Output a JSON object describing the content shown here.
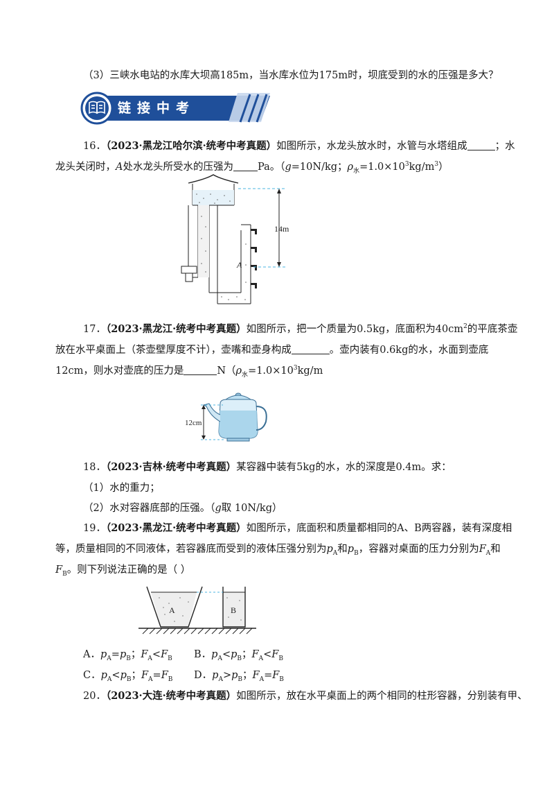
{
  "q15_part3": "（3）三峡水电站的水库大坝高185m，当水库水位为175m时，坝底受到的水的压强是多大？",
  "banner": {
    "title": "链接中考"
  },
  "q16": {
    "num": "16．",
    "src": "（2023·黑龙江哈尔滨·统考中考真题）",
    "t1": "如图所示，水龙头放水时，水管与水塔组成",
    "t2": "；水",
    "t3": "龙头关闭时，",
    "t4": "A",
    "t5": "处水龙头所受水的压强为",
    "t6": "Pa。（",
    "t7": "g",
    "t8": "=10N/kg；",
    "t9": "ρ",
    "t10": "水",
    "t11": "=1.0×10",
    "t12": "3",
    "t13": "kg/m",
    "t14": "3",
    "t15": "）",
    "fig_height_label": "14m",
    "fig_point_label": "A"
  },
  "q17": {
    "num": "17．",
    "src": "（2023·黑龙江·统考中考真题）",
    "t1": "如图所示，把一个质量为0.5kg，底面积为40cm",
    "t2": "2",
    "t3": "的平底茶壶",
    "l2a": "放在水平桌面上（茶壶壁厚度不计），壶嘴和壶身构成",
    "l2b": "。壶内装有0.6kg的水，水面到壶底",
    "l3a": "12cm，则水对壶底的压力是",
    "l3b": "N（",
    "l3c": "ρ",
    "l3d": "水",
    "l3e": "=1.0×10",
    "l3f": "3",
    "l3g": "kg/m",
    "l3h": "3",
    "l3i": "）。",
    "fig_label": "12cm"
  },
  "q18": {
    "num": "18．",
    "src": "（2023·吉林·统考中考真题）",
    "t1": "某容器中装有5kg的水，水的深度是0.4m。求：",
    "p1": "（1）水的重力；",
    "p2a": "（2）水对容器底部的压强。（",
    "p2b": "g",
    "p2c": "取 10N/kg）"
  },
  "q19": {
    "num": "19．",
    "src": "（2023·黑龙江·统考中考真题）",
    "t1": "如图所示，底面积和质量都相同的A、B两容器，装有深度相",
    "l2": "等，质量相同的不同液体，若容器底而受到的液体压强分别为",
    "l2_pa": "p",
    "l2_A": "A",
    "l2_and": "和",
    "l2_pb": "p",
    "l2_B": "B",
    "l2_mid": "，容器对桌面的压力分别为",
    "l2_fa": "F",
    "l2_FA": "A",
    "l2_and2": "和",
    "l3_fb": "F",
    "l3_FB": "B",
    "l3_rest": "。则下列说法正确的是（        ）",
    "fig_A": "A",
    "fig_B": "B",
    "options": [
      {
        "label": "A．",
        "p1": "p",
        "s1": "A",
        "op1": "=",
        "p2": "p",
        "s2": "B",
        "sep": "；",
        "f1": "F",
        "fs1": "A",
        "op2": "<",
        "f2": "F",
        "fs2": "B"
      },
      {
        "label": "B．",
        "p1": "p",
        "s1": "A",
        "op1": "<",
        "p2": "p",
        "s2": "B",
        "sep": "；",
        "f1": "F",
        "fs1": "A",
        "op2": "<",
        "f2": "F",
        "fs2": "B"
      },
      {
        "label": "C．",
        "p1": "p",
        "s1": "A",
        "op1": "<",
        "p2": "p",
        "s2": "B",
        "sep": "；",
        "f1": "F",
        "fs1": "A",
        "op2": "=",
        "f2": "F",
        "fs2": "B"
      },
      {
        "label": "D．",
        "p1": "p",
        "s1": "A",
        "op1": ">",
        "p2": "p",
        "s2": "B",
        "sep": "；",
        "f1": "F",
        "fs1": "A",
        "op2": "=",
        "f2": "F",
        "fs2": "B"
      }
    ]
  },
  "q20": {
    "num": "20．",
    "src": "（2023·大连·统考中考真题）",
    "t1": "如图所示，放在水平桌面上的两个相同的柱形容器，分别装有甲、"
  },
  "colors": {
    "banner_dark": "#1f4f9a",
    "banner_light": "#c9d8ee",
    "water": "#bfe1f3",
    "dash": "#4bb6e0"
  }
}
